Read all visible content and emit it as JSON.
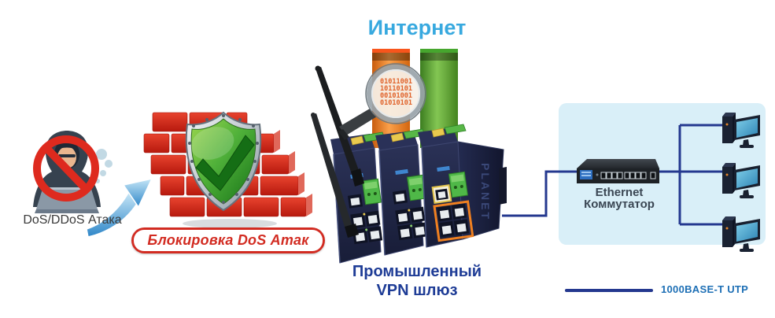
{
  "diagram": {
    "title": "Интернет",
    "attack": {
      "label": "DoS/DDoS Атака"
    },
    "badge": {
      "label": "Блокировка DoS Атак"
    },
    "magnifier": {
      "rows": [
        "01011001",
        "10110101",
        "00101001",
        "01010101"
      ]
    },
    "gateway": {
      "brand": "PLANET",
      "label_line1": "Промышленный",
      "label_line2": "VPN шлюз"
    },
    "switch": {
      "label_line1": "Ethernet",
      "label_line2": "Коммутатор"
    },
    "legend": {
      "label": "1000BASE-T UTP"
    },
    "colors": {
      "title_blue": "#38A9DF",
      "label_blue": "#1E3C96",
      "legend_text_blue": "#1D6FB5",
      "cable_navy": "#24388F",
      "lan_panel_blue": "#D9EFF8",
      "firewall_red": "#C8231A",
      "badge_red": "#D22B21",
      "shield_green": "#3FA32C",
      "traffic_bar_orange": "#F07B1F",
      "traffic_bar_green": "#58A433",
      "device_navy": "#232947",
      "block_sign_red": "#DE2A1E"
    }
  }
}
